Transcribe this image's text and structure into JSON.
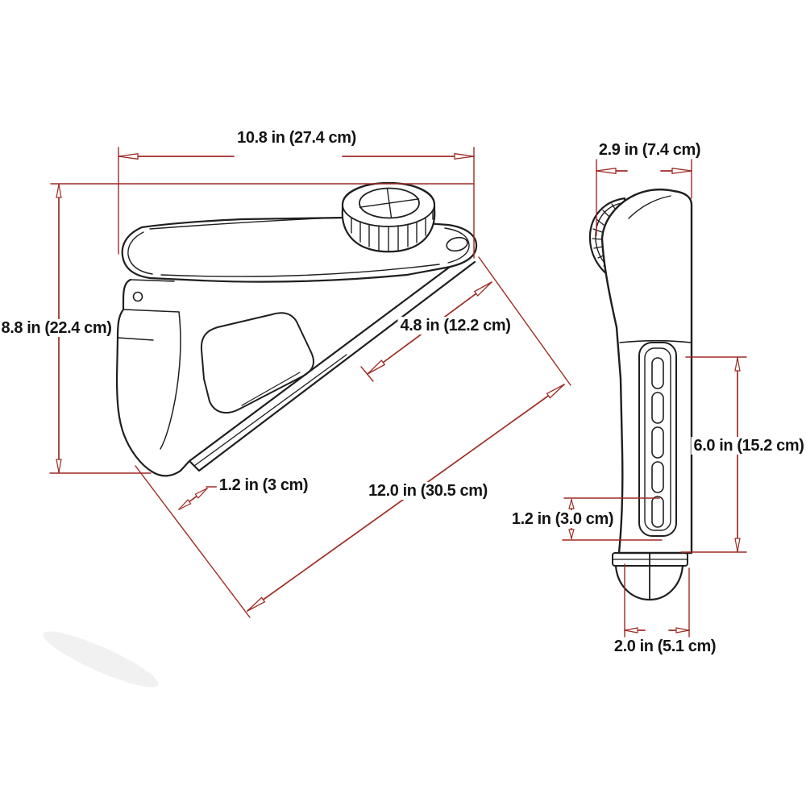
{
  "diagram": {
    "type": "technical-dimension-drawing",
    "subject": "rod holder side mount, two orthographic views",
    "colors": {
      "dimension_line": "#9e2b24",
      "drawing_line": "#1f1f1f",
      "label_text": "#141414",
      "background": "#ffffff"
    },
    "side_view": {
      "dims": {
        "overall_width": "10.8 in (27.4 cm)",
        "overall_height": "8.8 in (22.4 cm)",
        "arm_edge": "4.8 in (12.2 cm)",
        "base_thickness": "1.2 in (3 cm)",
        "slant_length": "12.0 in (30.5 cm)"
      }
    },
    "front_view": {
      "dims": {
        "top_width": "2.9 in (7.4 cm)",
        "track_length": "6.0 in (15.2 cm)",
        "slot_spacing": "1.2 in (3.0 cm)",
        "base_width": "2.0 in (5.1 cm)"
      }
    }
  }
}
